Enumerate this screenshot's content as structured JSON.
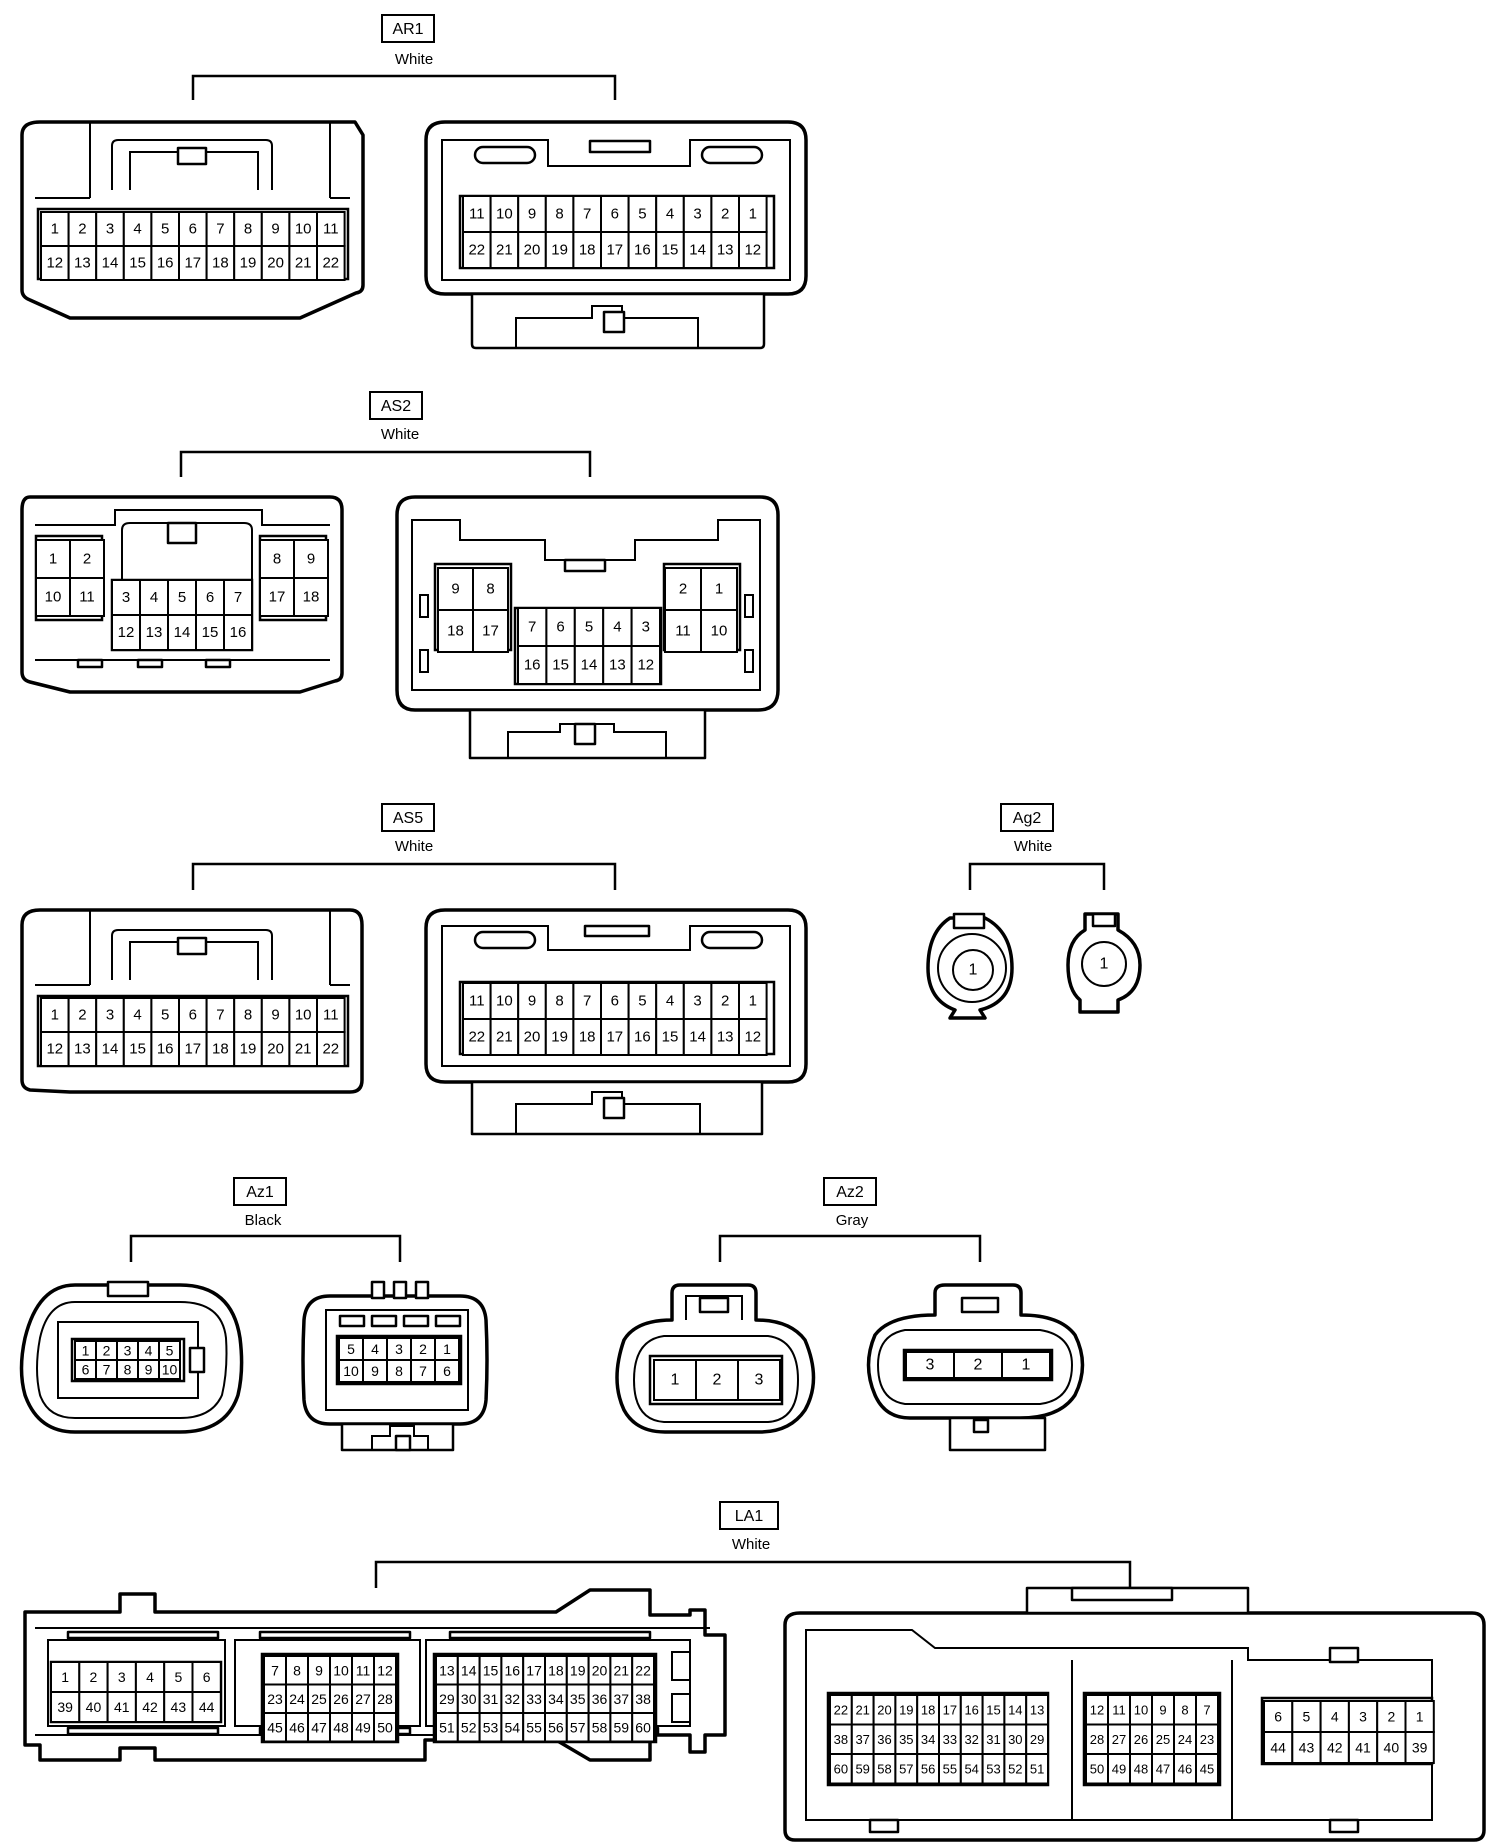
{
  "connectors": [
    {
      "id": "AR1",
      "color": "White",
      "left": {
        "rows": [
          [
            "1",
            "2",
            "3",
            "4",
            "5",
            "6",
            "7",
            "8",
            "9",
            "10",
            "11"
          ],
          [
            "12",
            "13",
            "14",
            "15",
            "16",
            "17",
            "18",
            "19",
            "20",
            "21",
            "22"
          ]
        ]
      },
      "right": {
        "rows": [
          [
            "11",
            "10",
            "9",
            "8",
            "7",
            "6",
            "5",
            "4",
            "3",
            "2",
            "1"
          ],
          [
            "22",
            "21",
            "20",
            "19",
            "18",
            "17",
            "16",
            "15",
            "14",
            "13",
            "12"
          ]
        ]
      }
    },
    {
      "id": "AS2",
      "color": "White",
      "left": {
        "g1": [
          [
            "1",
            "2"
          ],
          [
            "10",
            "11"
          ]
        ],
        "g2": [
          [
            "3",
            "4",
            "5",
            "6",
            "7"
          ],
          [
            "12",
            "13",
            "14",
            "15",
            "16"
          ]
        ],
        "g3": [
          [
            "8",
            "9"
          ],
          [
            "17",
            "18"
          ]
        ]
      },
      "right": {
        "g1": [
          [
            "9",
            "8"
          ],
          [
            "18",
            "17"
          ]
        ],
        "g2": [
          [
            "7",
            "6",
            "5",
            "4",
            "3"
          ],
          [
            "16",
            "15",
            "14",
            "13",
            "12"
          ]
        ],
        "g3": [
          [
            "2",
            "1"
          ],
          [
            "11",
            "10"
          ]
        ]
      }
    },
    {
      "id": "AS5",
      "color": "White",
      "left": {
        "rows": [
          [
            "1",
            "2",
            "3",
            "4",
            "5",
            "6",
            "7",
            "8",
            "9",
            "10",
            "11"
          ],
          [
            "12",
            "13",
            "14",
            "15",
            "16",
            "17",
            "18",
            "19",
            "20",
            "21",
            "22"
          ]
        ]
      },
      "right": {
        "rows": [
          [
            "11",
            "10",
            "9",
            "8",
            "7",
            "6",
            "5",
            "4",
            "3",
            "2",
            "1"
          ],
          [
            "22",
            "21",
            "20",
            "19",
            "18",
            "17",
            "16",
            "15",
            "14",
            "13",
            "12"
          ]
        ]
      }
    },
    {
      "id": "Ag2",
      "color": "White",
      "left": {
        "pin": "1"
      },
      "right": {
        "pin": "1"
      }
    },
    {
      "id": "Az1",
      "color": "Black",
      "left": {
        "rows": [
          [
            "1",
            "2",
            "3",
            "4",
            "5"
          ],
          [
            "6",
            "7",
            "8",
            "9",
            "10"
          ]
        ]
      },
      "right": {
        "rows": [
          [
            "5",
            "4",
            "3",
            "2",
            "1"
          ],
          [
            "10",
            "9",
            "8",
            "7",
            "6"
          ]
        ]
      }
    },
    {
      "id": "Az2",
      "color": "Gray",
      "left": {
        "rows": [
          [
            "1",
            "2",
            "3"
          ]
        ]
      },
      "right": {
        "rows": [
          [
            "3",
            "2",
            "1"
          ]
        ]
      }
    },
    {
      "id": "LA1",
      "color": "White",
      "left": {
        "g1": [
          [
            "1",
            "2",
            "3",
            "4",
            "5",
            "6"
          ],
          [
            "39",
            "40",
            "41",
            "42",
            "43",
            "44"
          ]
        ],
        "g2": [
          [
            "7",
            "8",
            "9",
            "10",
            "11",
            "12"
          ],
          [
            "23",
            "24",
            "25",
            "26",
            "27",
            "28"
          ],
          [
            "45",
            "46",
            "47",
            "48",
            "49",
            "50"
          ]
        ],
        "g3": [
          [
            "13",
            "14",
            "15",
            "16",
            "17",
            "18",
            "19",
            "20",
            "21",
            "22"
          ],
          [
            "29",
            "30",
            "31",
            "32",
            "33",
            "34",
            "35",
            "36",
            "37",
            "38"
          ],
          [
            "51",
            "52",
            "53",
            "54",
            "55",
            "56",
            "57",
            "58",
            "59",
            "60"
          ]
        ]
      },
      "right": {
        "g1": [
          [
            "22",
            "21",
            "20",
            "19",
            "18",
            "17",
            "16",
            "15",
            "14",
            "13"
          ],
          [
            "38",
            "37",
            "36",
            "35",
            "34",
            "33",
            "32",
            "31",
            "30",
            "29"
          ],
          [
            "60",
            "59",
            "58",
            "57",
            "56",
            "55",
            "54",
            "53",
            "52",
            "51"
          ]
        ],
        "g2": [
          [
            "12",
            "11",
            "10",
            "9",
            "8",
            "7"
          ],
          [
            "28",
            "27",
            "26",
            "25",
            "24",
            "23"
          ],
          [
            "50",
            "49",
            "48",
            "47",
            "46",
            "45"
          ]
        ],
        "g3": [
          [
            "6",
            "5",
            "4",
            "3",
            "2",
            "1"
          ],
          [
            "44",
            "43",
            "42",
            "41",
            "40",
            "39"
          ]
        ]
      }
    }
  ]
}
